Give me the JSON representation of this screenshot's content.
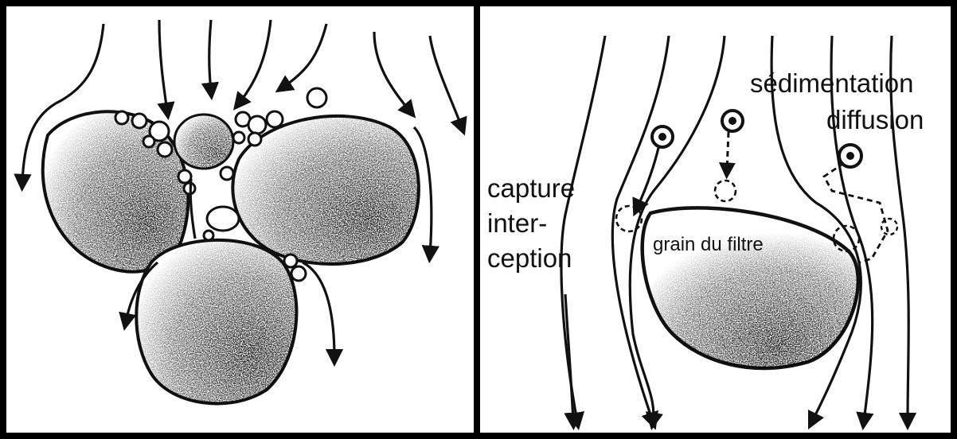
{
  "diagram": {
    "left_panel": {},
    "right_panel": {
      "label_capture": "capture",
      "label_inter": "inter-",
      "label_ception": "ception",
      "label_sedimentation": "sédimentation",
      "label_diffusion": "diffusion",
      "label_grain": "grain du filtre"
    }
  },
  "colors": {
    "ink": "#111111",
    "background": "#ffffff"
  }
}
